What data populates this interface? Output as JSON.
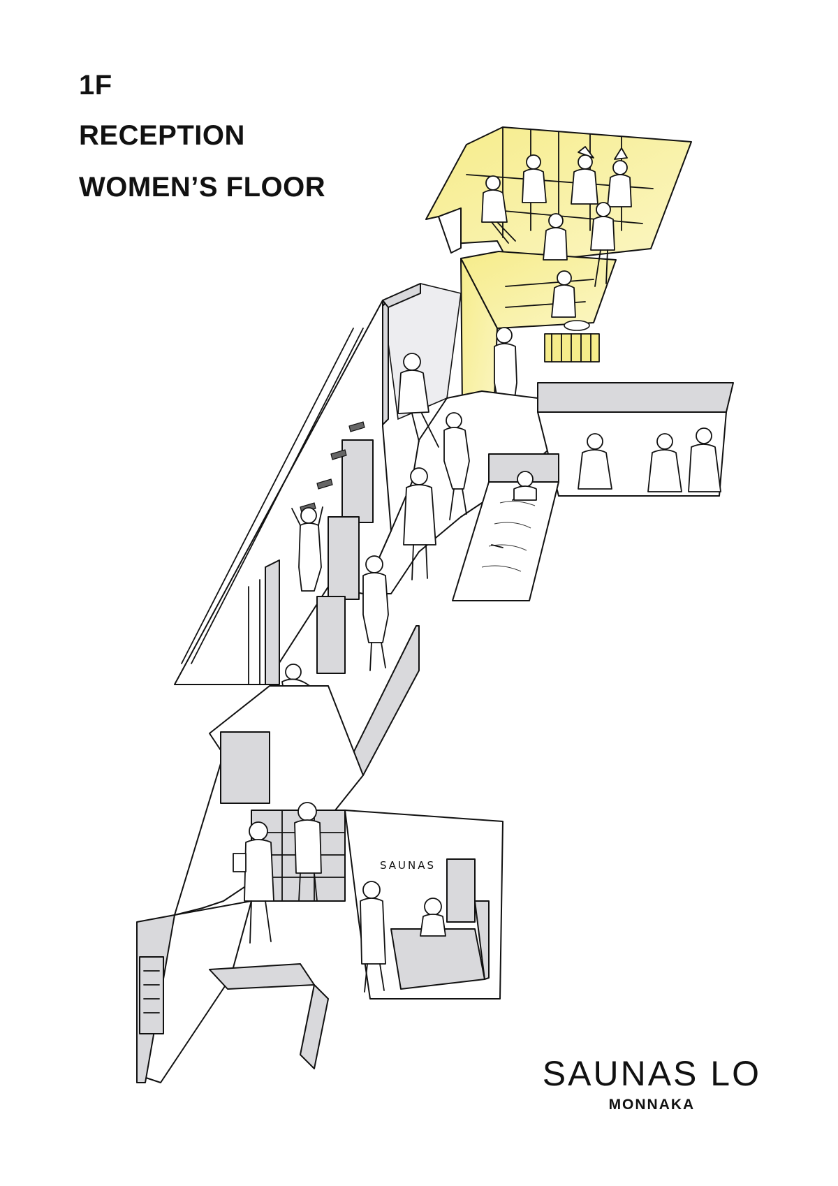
{
  "header": {
    "floor": "1F",
    "area": "RECEPTION",
    "floor_type": "WOMEN’S FLOOR"
  },
  "illustration": {
    "reception_sign": "SAUNAS"
  },
  "brand": {
    "name": "SAUNAS LO",
    "subtitle": "MONNAKA"
  },
  "colors": {
    "sauna_yellow": "#f6ec8a",
    "wall_gray": "#d9d9dc",
    "pool_blue": "#dbe5f6"
  }
}
